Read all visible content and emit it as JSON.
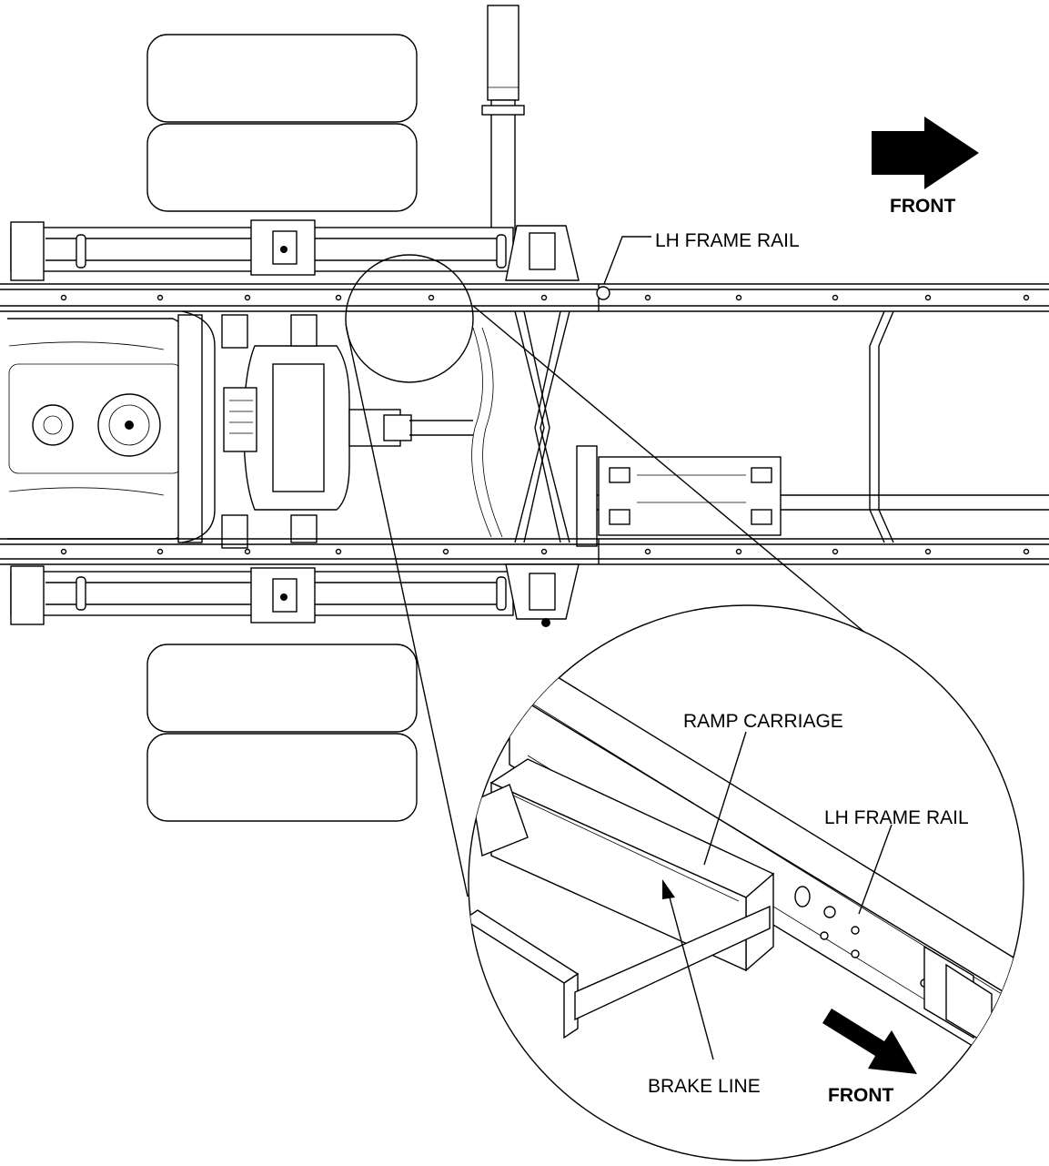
{
  "labels": {
    "front_top": "FRONT",
    "lh_frame_rail_top": "LH FRAME RAIL",
    "ramp_carriage": "RAMP CARRIAGE",
    "lh_frame_rail_detail": "LH FRAME RAIL",
    "brake_line": "BRAKE LINE",
    "front_detail": "FRONT"
  },
  "icons": {
    "front_arrow_top": "arrow-right-icon",
    "front_arrow_detail": "arrow-down-right-icon"
  }
}
